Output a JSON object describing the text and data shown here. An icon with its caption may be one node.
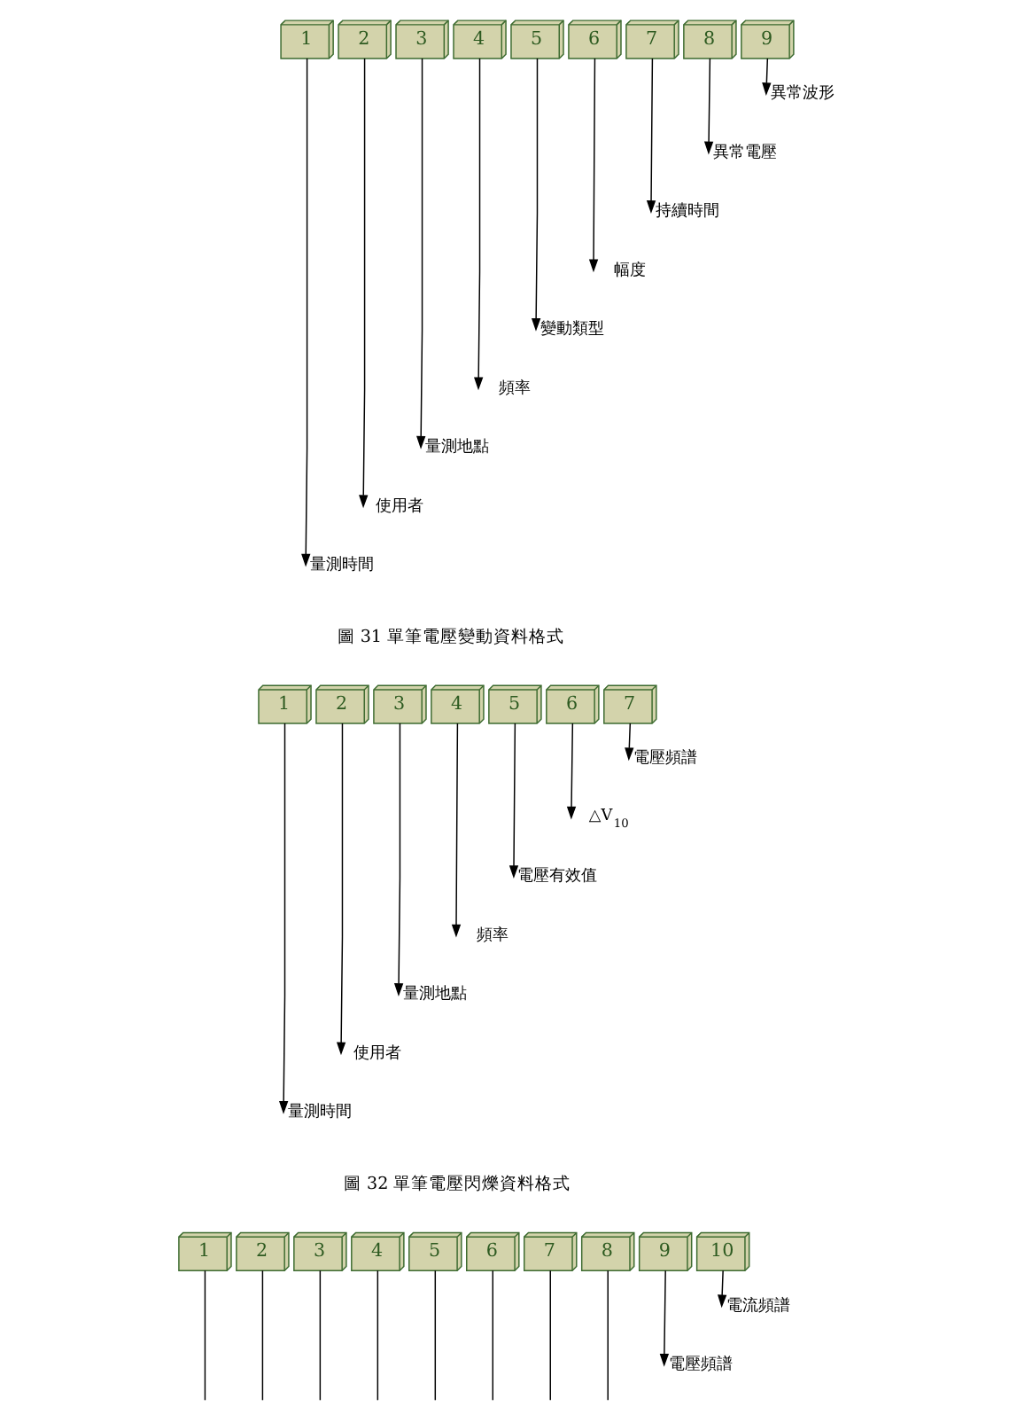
{
  "diagram": {
    "nodes": [
      {
        "text": [
          "1"
        ]
      },
      {
        "text": [
          "2"
        ]
      },
      {
        "text": [
          "3"
        ]
      },
      {
        "text": [
          "4"
        ]
      },
      {
        "text": [
          "5"
        ]
      },
      {
        "text": [
          "6"
        ]
      },
      {
        "text": [
          "7"
        ]
      },
      {
        "text": [
          "8"
        ]
      },
      {
        "text": [
          "9"
        ]
      },
      {
        "text": [
          "量測時間"
        ]
      },
      {
        "text": [
          "使用者"
        ]
      },
      {
        "text": [
          "量測地點"
        ]
      },
      {
        "text": [
          "頻率"
        ]
      },
      {
        "text": [
          "變動類型"
        ]
      },
      {
        "text": [
          "幅度"
        ]
      },
      {
        "text": [
          "持續時間"
        ]
      },
      {
        "text": [
          "異常電壓"
        ]
      },
      {
        "text": [
          "異常波形"
        ]
      },
      {
        "text": [
          "1"
        ]
      },
      {
        "text": [
          "2"
        ]
      },
      {
        "text": [
          "3"
        ]
      },
      {
        "text": [
          "4"
        ]
      },
      {
        "text": [
          "5"
        ]
      },
      {
        "text": [
          "6"
        ]
      },
      {
        "text": [
          "7"
        ]
      },
      {
        "text": [
          "量測時間"
        ]
      },
      {
        "text": [
          "使用者"
        ]
      },
      {
        "text": [
          "量測地點"
        ]
      },
      {
        "text": [
          "頻率"
        ]
      },
      {
        "text": [
          "電壓有效值"
        ]
      },
      {
        "text": [
          "△V$_{10}$"
        ]
      },
      {
        "text": [
          "電壓頻譜"
        ]
      },
      {
        "text": [
          "1"
        ]
      },
      {
        "text": [
          "2"
        ]
      },
      {
        "text": [
          "3"
        ]
      },
      {
        "text": [
          "4"
        ]
      },
      {
        "text": [
          "5"
        ]
      },
      {
        "text": [
          "6"
        ]
      },
      {
        "text": [
          "7"
        ]
      },
      {
        "text": [
          "8"
        ]
      },
      {
        "text": [
          "9"
        ]
      },
      {
        "text": [
          "10"
        ]
      },
      {
        "text": [
          "電壓頻譜"
        ]
      },
      {
        "text": [
          "電流頻譜"
        ]
      }
    ],
    "edges": [
      {
        "from": 0,
        "to": 9,
        "arrow": "to"
      },
      {
        "from": 1,
        "to": 10,
        "arrow": "to"
      },
      {
        "from": 2,
        "to": 11,
        "arrow": "to"
      },
      {
        "from": 3,
        "to": 12,
        "arrow": "to"
      },
      {
        "from": 4,
        "to": 13,
        "arrow": "to"
      },
      {
        "from": 5,
        "to": 14,
        "arrow": "to"
      },
      {
        "from": 6,
        "to": 15,
        "arrow": "to"
      },
      {
        "from": 7,
        "to": 16,
        "arrow": "to"
      },
      {
        "from": 8,
        "to": 17,
        "arrow": "to"
      },
      {
        "from": 18,
        "to": 25,
        "arrow": "to"
      },
      {
        "from": 19,
        "to": 26,
        "arrow": "to"
      },
      {
        "from": 20,
        "to": 27,
        "arrow": "to"
      },
      {
        "from": 21,
        "to": 28,
        "arrow": "to"
      },
      {
        "from": 22,
        "to": 29,
        "arrow": "to"
      },
      {
        "from": 23,
        "to": 30,
        "arrow": "to"
      },
      {
        "from": 24,
        "to": 31,
        "arrow": "to"
      },
      {
        "from": 32,
        "to": null,
        "arrow": "none"
      },
      {
        "from": 33,
        "to": null,
        "arrow": "none"
      },
      {
        "from": 34,
        "to": null,
        "arrow": "none"
      },
      {
        "from": 35,
        "to": null,
        "arrow": "none"
      },
      {
        "from": 36,
        "to": null,
        "arrow": "none"
      },
      {
        "from": 37,
        "to": null,
        "arrow": "none"
      },
      {
        "from": 38,
        "to": null,
        "arrow": "none"
      },
      {
        "from": 39,
        "to": null,
        "arrow": "none"
      },
      {
        "from": 40,
        "to": 42,
        "arrow": "to"
      },
      {
        "from": 41,
        "to": 43,
        "arrow": "to"
      }
    ],
    "labels": [
      "圖 31 單筆電壓變動資料格式",
      "圖 32 單筆電壓閃爍資料格式"
    ]
  }
}
